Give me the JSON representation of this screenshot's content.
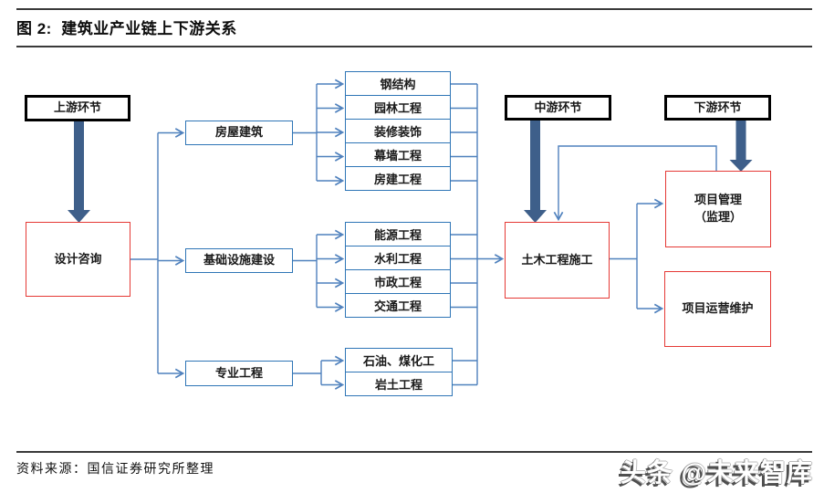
{
  "figure_title": "图 2:  建筑业产业链上下游关系",
  "stages": {
    "upstream": "上游环节",
    "midstream": "中游环节",
    "downstream": "下游环节"
  },
  "nodes": {
    "design": "设计咨询",
    "housing": "房屋建筑",
    "infra": "基础设施建设",
    "special": "专业工程",
    "civil": "土木工程施工",
    "mgmt": "项目管理\n（监理）",
    "ops": "项目运营维护"
  },
  "housing_subs": [
    "钢结构",
    "园林工程",
    "装修装饰",
    "幕墙工程",
    "房建工程"
  ],
  "infra_subs": [
    "能源工程",
    "水利工程",
    "市政工程",
    "交通工程"
  ],
  "special_subs": [
    "石油、煤化工",
    "岩土工程"
  ],
  "footer": {
    "source": "资料来源：国信证券研究所整理",
    "watermark": "头条 @未来智库"
  },
  "colors": {
    "connector_blue": "#4f81bd",
    "box_border_blue": "#2e75b6",
    "node_border_red": "#e53935",
    "stage_border_black": "#000000",
    "thick_arrow_blue": "#3e5f8a"
  }
}
